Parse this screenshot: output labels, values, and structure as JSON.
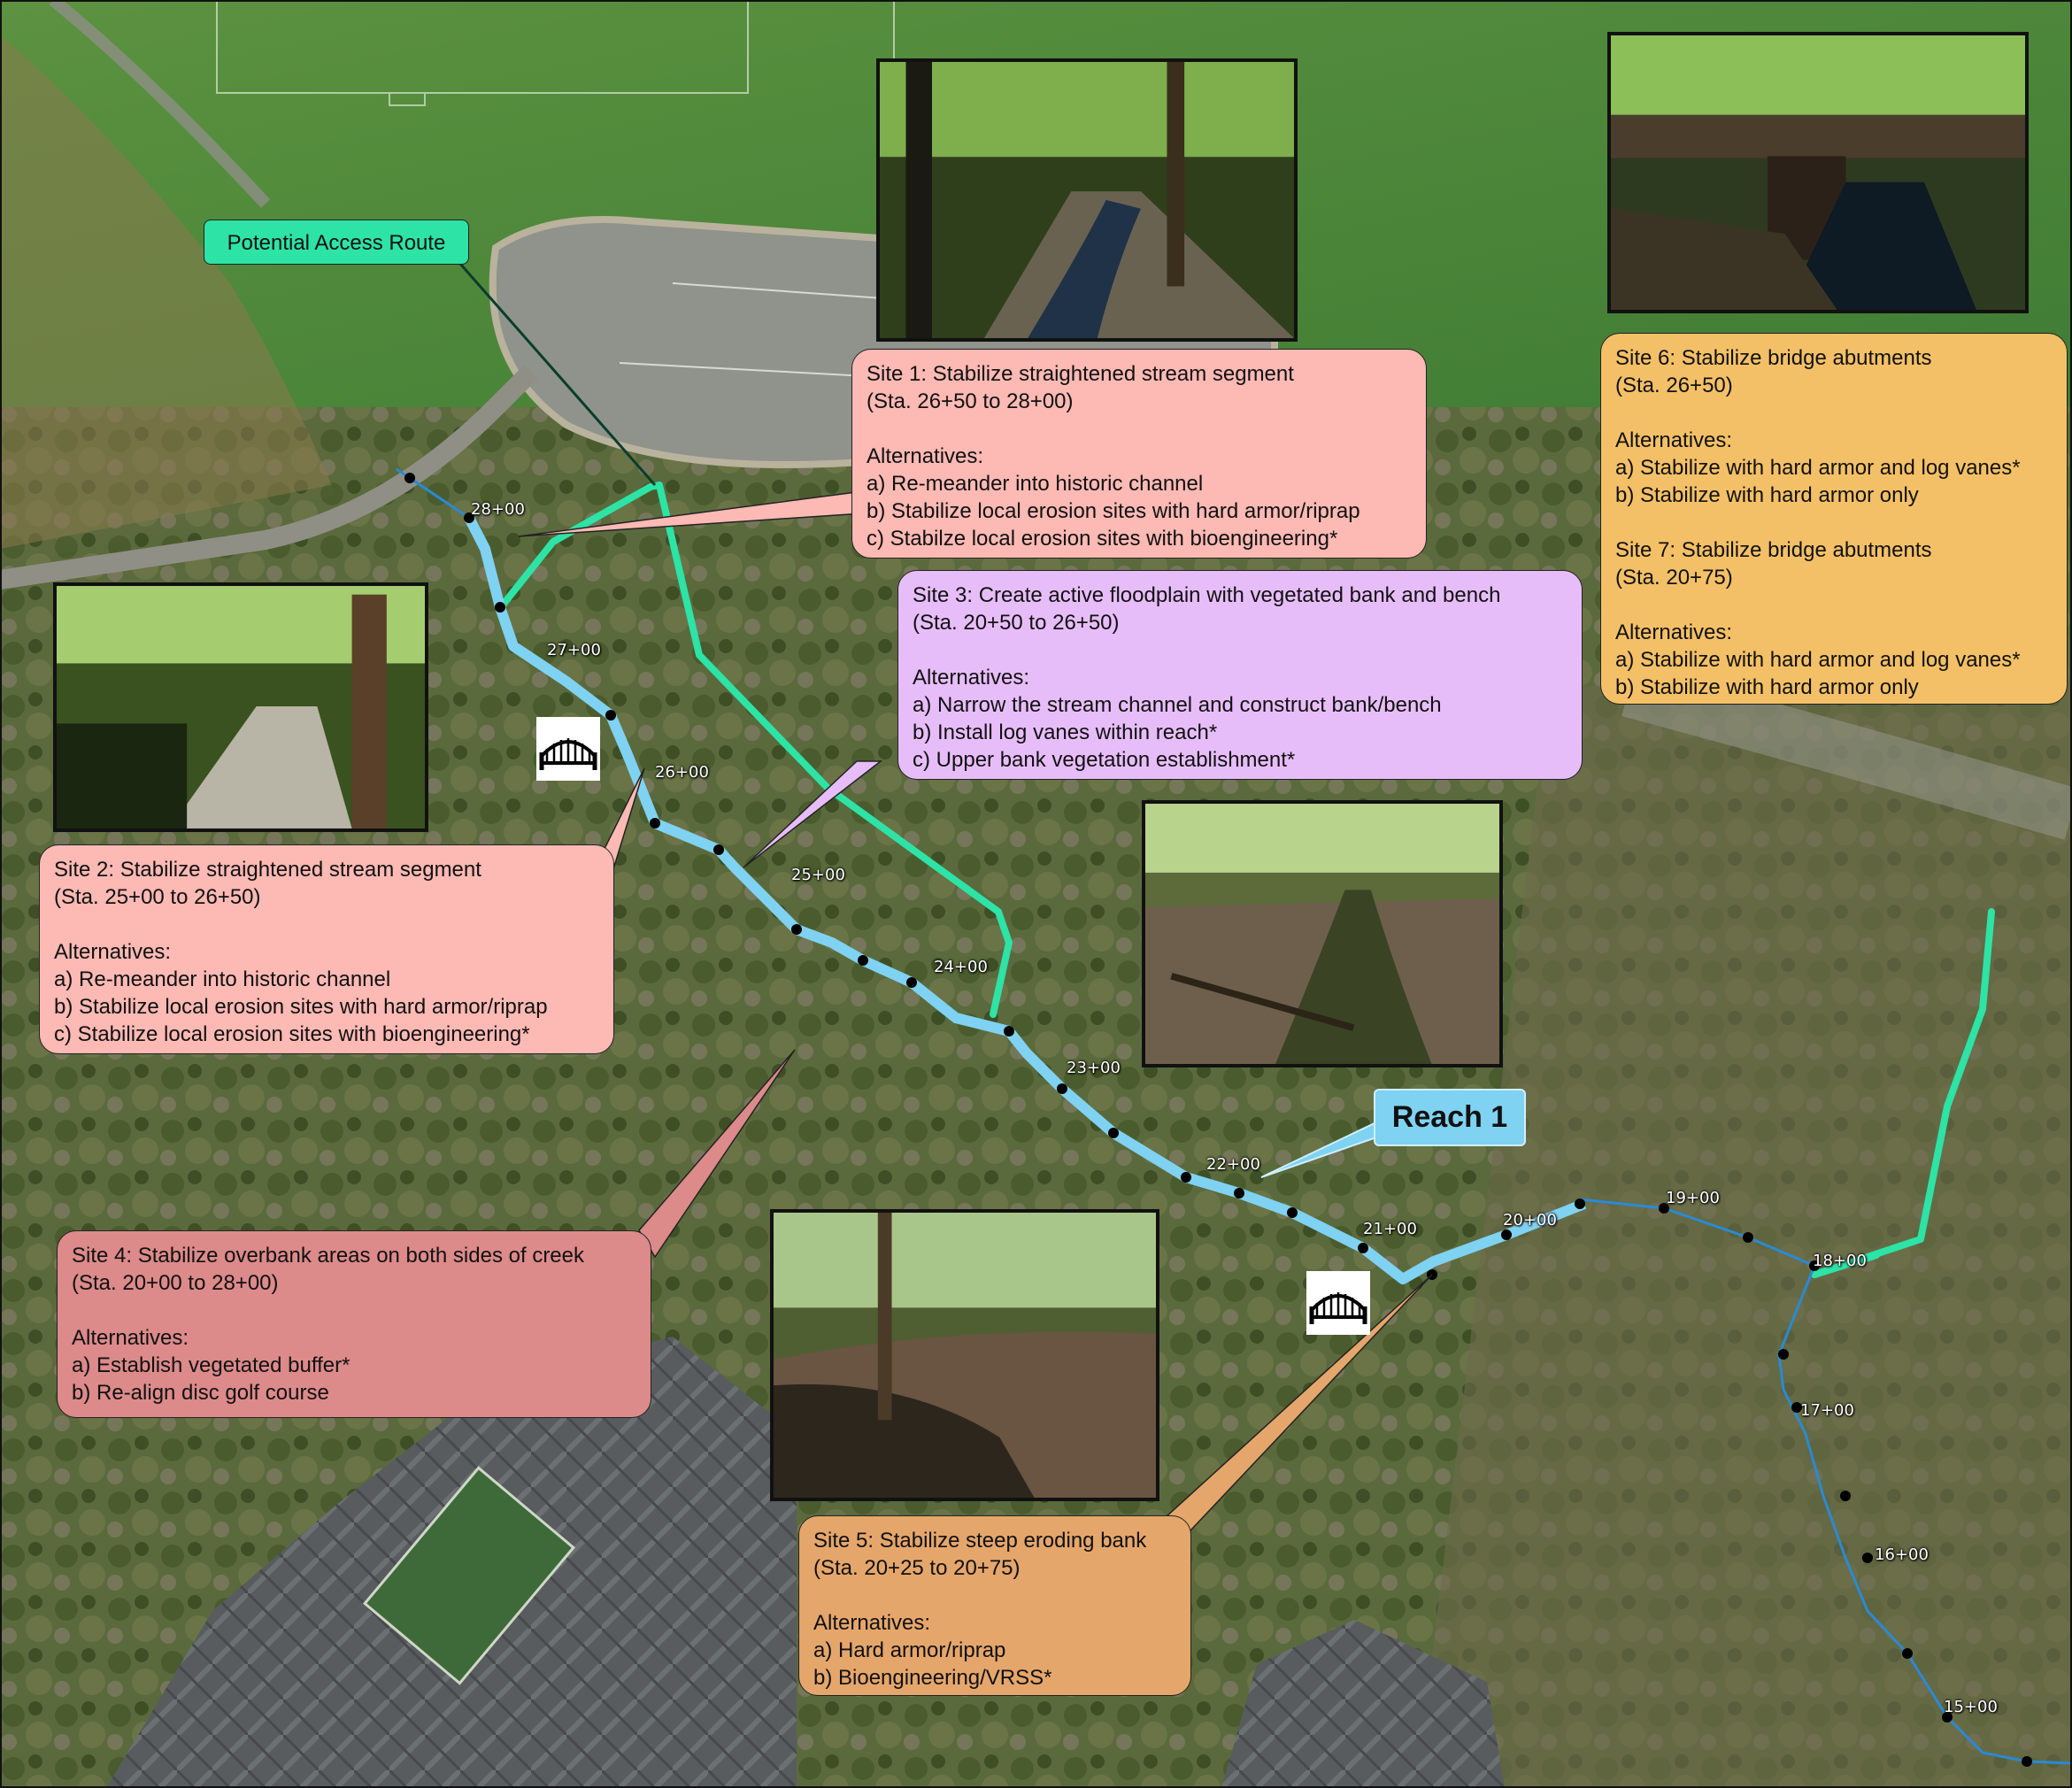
{
  "map": {
    "access_route_label": "Potential Access Route",
    "reach_label": "Reach 1",
    "colors": {
      "stream": "#7fd2f1",
      "stream_thin": "#2a8ad4",
      "access_route": "#2de3a6",
      "vegetation": "#3f5a24",
      "field": "#4f8a3a",
      "parking": "#8a8f86",
      "rooftop": "#5a5e60"
    },
    "stations": [
      "28+00",
      "27+00",
      "26+00",
      "25+00",
      "24+00",
      "23+00",
      "22+00",
      "21+00",
      "20+00",
      "19+00",
      "18+00",
      "17+00",
      "16+00",
      "15+00"
    ]
  },
  "sites": {
    "site1": {
      "title": "Site 1: Stabilize straightened stream segment",
      "range": "(Sta. 26+50 to 28+00)",
      "alt_heading": "Alternatives:",
      "alts": [
        "a) Re-meander into historic channel",
        "b) Stabilize local erosion sites with hard armor/riprap",
        "c) Stabilze local erosion sites with bioengineering*"
      ]
    },
    "site2": {
      "title": "Site 2: Stabilize straightened stream segment",
      "range": "(Sta. 25+00 to 26+50)",
      "alt_heading": "Alternatives:",
      "alts": [
        "a) Re-meander into historic channel",
        "b) Stabilize local erosion sites with hard armor/riprap",
        "c) Stabilize local erosion sites with bioengineering*"
      ]
    },
    "site3": {
      "title": "Site 3: Create active floodplain with vegetated bank and bench",
      "range": "(Sta. 20+50 to 26+50)",
      "alt_heading": "Alternatives:",
      "alts": [
        "a) Narrow the stream channel and construct bank/bench",
        "b) Install log vanes within reach*",
        "c) Upper bank vegetation establishment*"
      ]
    },
    "site4": {
      "title": "Site 4: Stabilize overbank areas on both sides of creek",
      "range": "(Sta. 20+00 to 28+00)",
      "alt_heading": "Alternatives:",
      "alts": [
        "a) Establish vegetated buffer*",
        "b) Re-align disc golf course"
      ]
    },
    "site5": {
      "title": "Site 5: Stabilize steep eroding bank",
      "range": "(Sta. 20+25 to 20+75)",
      "alt_heading": "Alternatives:",
      "alts": [
        "a) Hard armor/riprap",
        "b) Bioengineering/VRSS*"
      ]
    },
    "site6": {
      "title": "Site 6: Stabilize bridge abutments",
      "range": "(Sta. 26+50)",
      "alt_heading": "Alternatives:",
      "alts": [
        "a) Stabilize with hard armor and log vanes*",
        "b) Stabilize with hard armor only"
      ]
    },
    "site7": {
      "title": "Site 7: Stabilize bridge abutments",
      "range": "(Sta. 20+75)",
      "alt_heading": "Alternatives:",
      "alts": [
        "a) Stabilize with hard armor and log vanes*",
        "b) Stabilize with hard armor only"
      ]
    }
  }
}
